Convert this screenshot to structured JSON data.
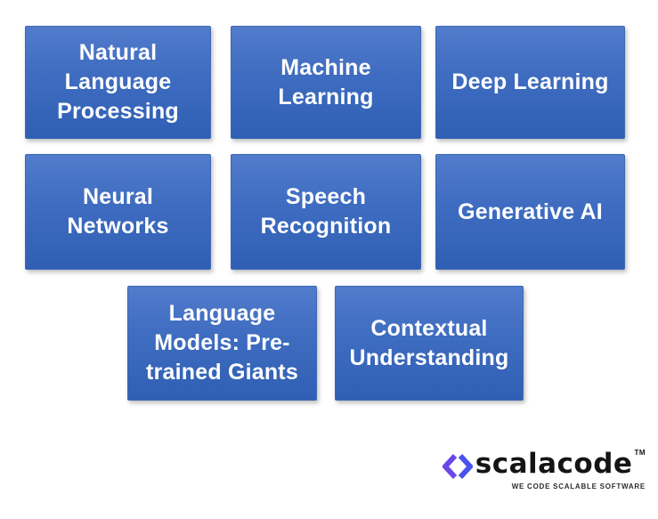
{
  "cards": [
    {
      "label": "Natural\nLanguage\nProcessing"
    },
    {
      "label": "Machine\nLearning"
    },
    {
      "label": "Deep Learning"
    },
    {
      "label": "Neural\nNetworks"
    },
    {
      "label": "Speech\nRecognition"
    },
    {
      "label": "Generative AI"
    },
    {
      "label": "Language\nModels: Pre-\ntrained Giants"
    },
    {
      "label": "Contextual\nUnderstanding"
    }
  ],
  "logo": {
    "brand": "scalacode",
    "trademark": "TM",
    "tagline": "WE CODE SCALABLE SOFTWARE",
    "icon": "code-chevrons",
    "icon_left_color": "#6A48E8",
    "icon_right_color": "#4853EA"
  },
  "colors": {
    "card_gradient_top": "#527BCC",
    "card_gradient_bottom": "#2F5FB4",
    "card_border": "#3E68B4",
    "card_text": "#FFFFFF",
    "brand_text": "#141414",
    "background": "#FFFFFF"
  }
}
